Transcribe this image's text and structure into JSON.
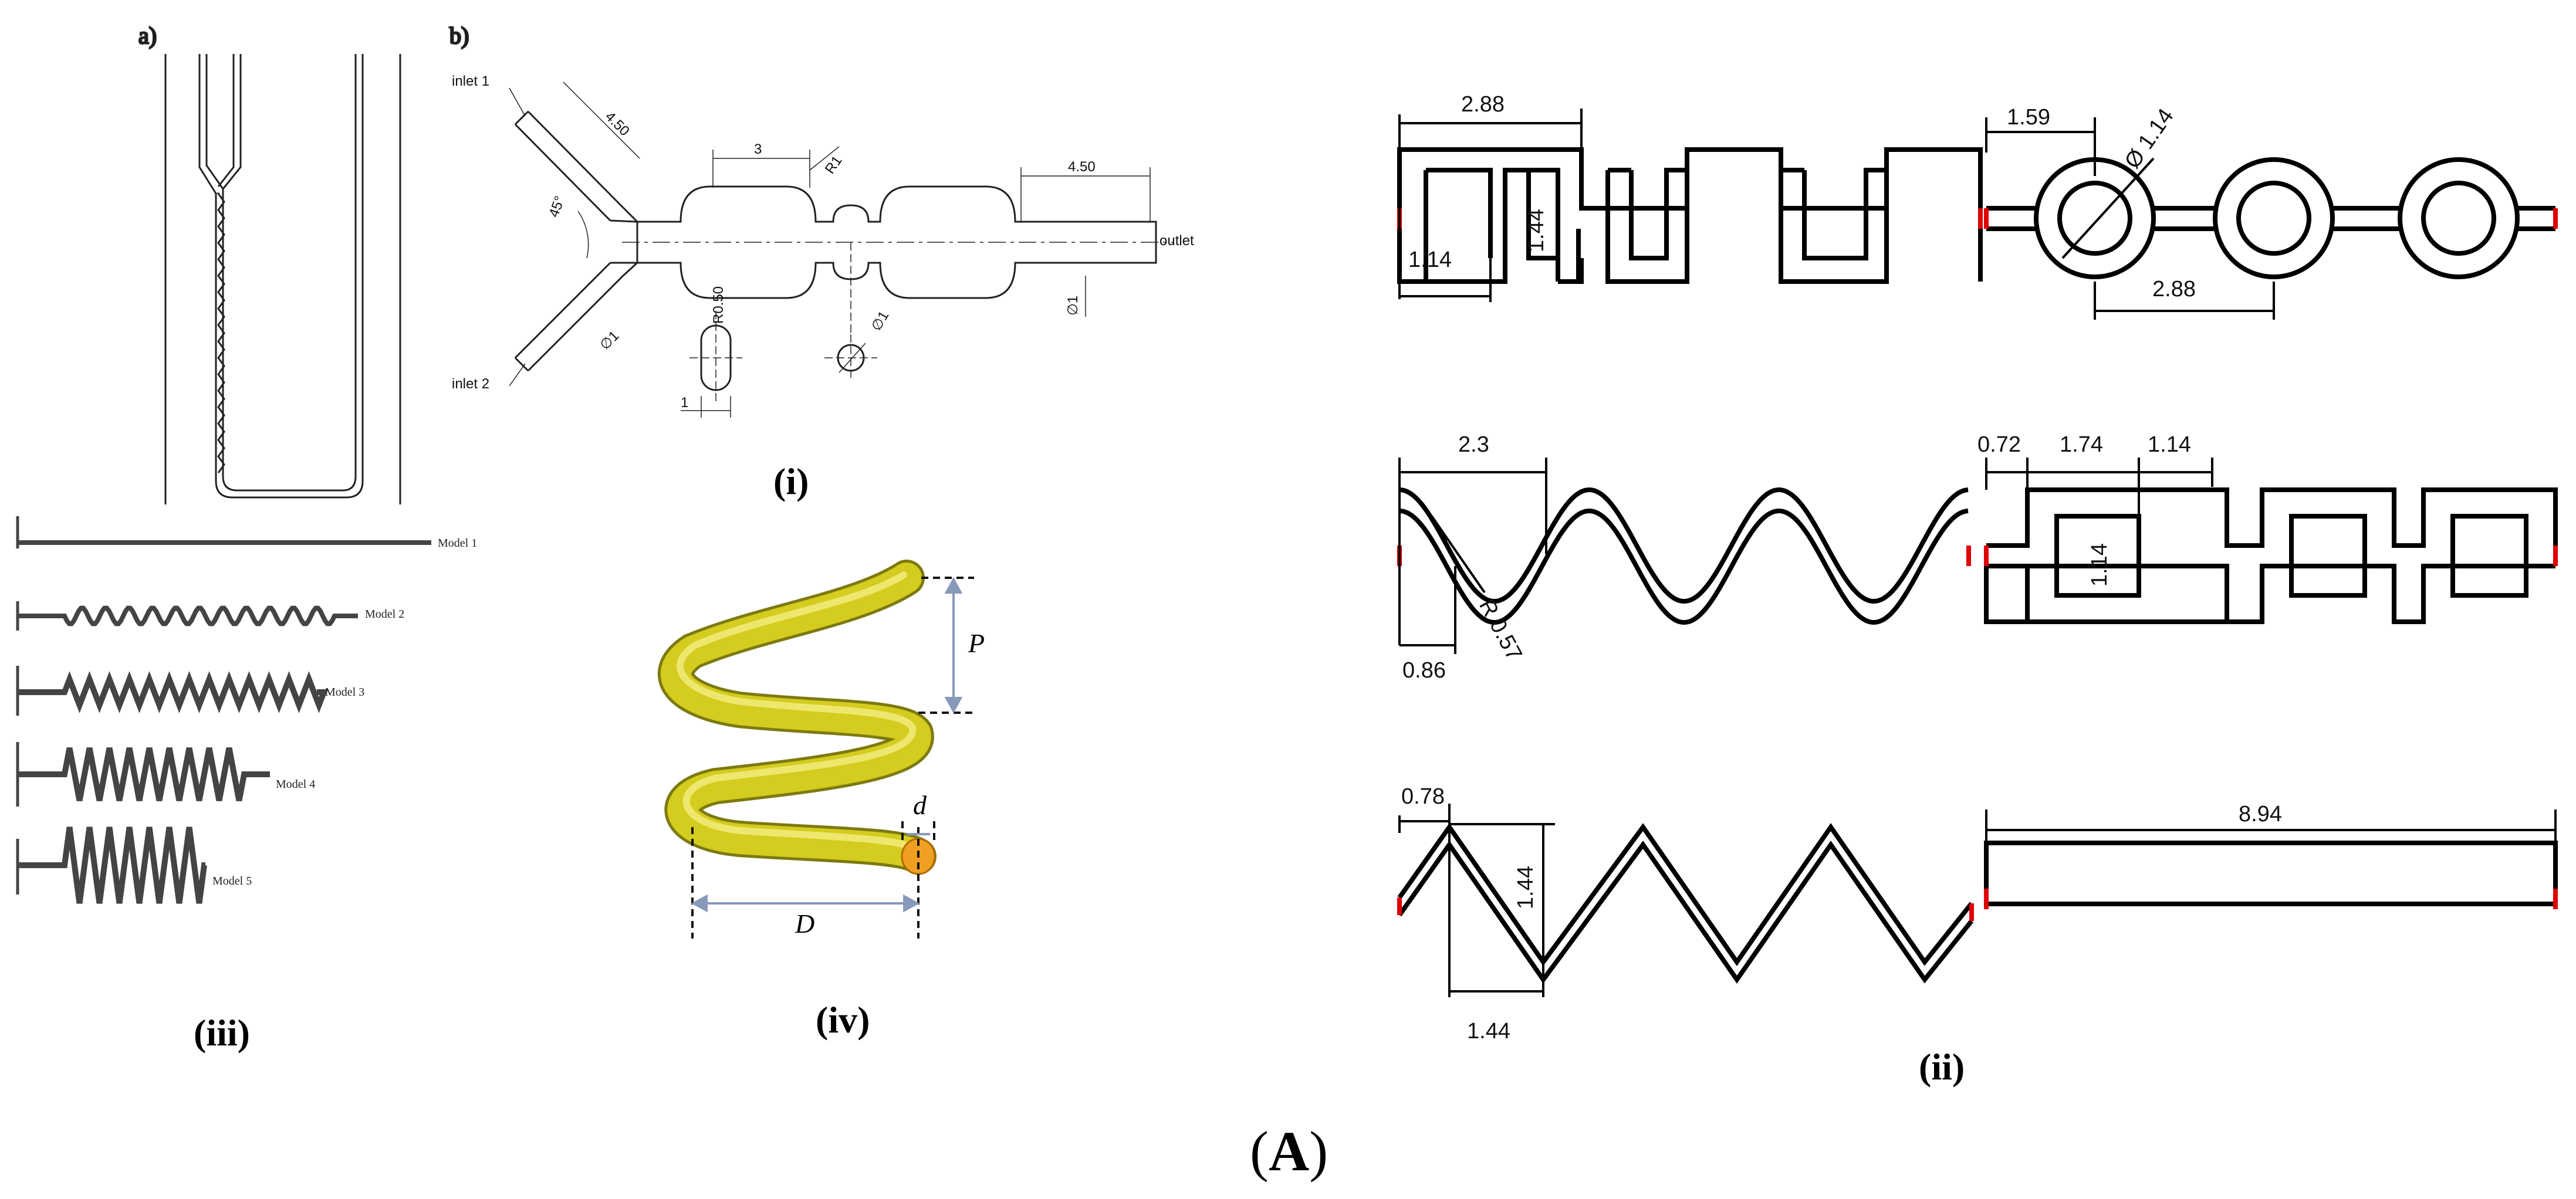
{
  "panel_a": {
    "label": "a)"
  },
  "panel_b": {
    "label": "b)",
    "inlet1": "inlet 1",
    "inlet2": "inlet 2",
    "outlet": "outlet",
    "dim_inlet_len": "4.50",
    "dim_angle": "45°",
    "dim_inlet_dia": "∅1",
    "dim_3": "3",
    "dim_r1": "R1",
    "dim_outlet_len": "4.50",
    "dim_outlet_dia": "∅1",
    "dim_slot_r": "R0.50",
    "dim_slot_w": "1",
    "dim_hole_dia": "∅1"
  },
  "panel_iii": {
    "models": [
      "Model 1",
      "Model 2",
      "Model 3",
      "Model 4",
      "Model 5"
    ]
  },
  "panel_iv": {
    "p": "P",
    "d": "d",
    "D": "D"
  },
  "panel_ii": {
    "row1": {
      "d288a": "2.88",
      "d114": "1.14",
      "d144": "1.44",
      "d159": "1.59",
      "ddia": "Ø 1.14",
      "d288b": "2.88"
    },
    "row2": {
      "d23": "2.3",
      "d086": "0.86",
      "dr057": "R 0.57",
      "d072": "0.72",
      "d174": "1.74",
      "d114a": "1.14",
      "d114b": "1.14"
    },
    "row3": {
      "d078": "0.78",
      "d144v": "1.44",
      "d144h": "1.44",
      "d894": "8.94"
    }
  },
  "captions": {
    "i": "(i)",
    "ii": "(ii)",
    "iii": "(iii)",
    "iv": "(iv)",
    "main": "(A)"
  },
  "colors": {
    "coil": "#d4cc1e",
    "coil_end": "#f0a020",
    "inlet_mark": "#e00000"
  }
}
